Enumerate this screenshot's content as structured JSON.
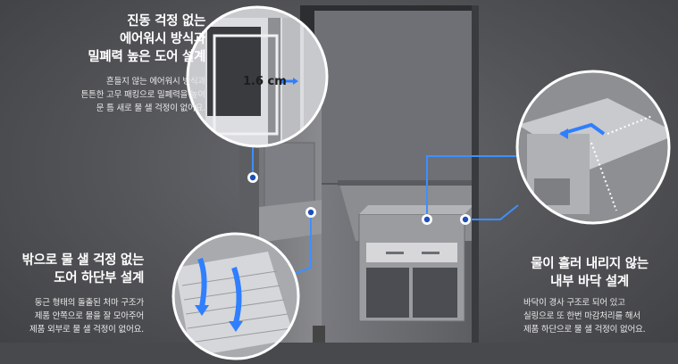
{
  "top_left": {
    "title_lines": [
      "진동 걱정 없는",
      "에어워시 방식과",
      "밀폐력 높은 도어 설계"
    ],
    "desc_lines": [
      "흔들지 않는 에어워시 방식과",
      "튼튼한 고무 패킹으로 밀폐력을 높여",
      "문 틈 새로 물 샐 걱정이 없어요."
    ]
  },
  "bottom_left": {
    "title_lines": [
      "밖으로 물 샐 걱정 없는",
      "도어 하단부 설계"
    ],
    "desc_lines": [
      "둥근 형태의 돌출된 처마 구조가",
      "제품 안쪽으로 물을 잘 모아주어",
      "제품 외부로 물 샐 걱정이 없어요."
    ]
  },
  "bottom_right": {
    "title_lines": [
      "물이 흘러 내리지 않는",
      "내부 바닥 설계"
    ],
    "desc_lines": [
      "바닥이 경사 구조로 되어 있고",
      "실링으로 또 한번 마감처리를 해서",
      "제품 하단으로 물 샐 걱정이 없어요."
    ]
  },
  "gap_measure": "1.6 cm",
  "colors": {
    "accent": "#2f7fff",
    "callout_line": "#3d8fff",
    "text": "#ffffff"
  }
}
